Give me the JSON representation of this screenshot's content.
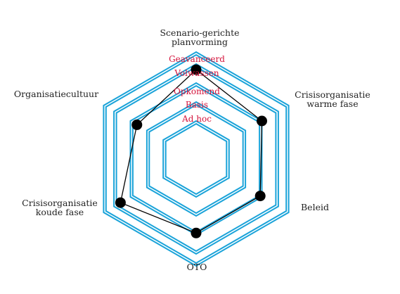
{
  "chart_data": {
    "type": "radar",
    "axes": [
      {
        "label": [
          "Scenario-gerichte",
          "planvorming"
        ]
      },
      {
        "label": [
          "Crisisorganisatie",
          "warme fase"
        ]
      },
      {
        "label": [
          "Beleid"
        ]
      },
      {
        "label": [
          "OTO"
        ]
      },
      {
        "label": [
          "Crisisorganisatie",
          "koude fase"
        ]
      },
      {
        "label": [
          "Organisatiecultuur"
        ]
      }
    ],
    "levels": [
      "Ad hoc",
      "Basis",
      "Opkomend",
      "Volwassen",
      "Geavanceerd"
    ],
    "level_range": [
      1,
      5
    ],
    "series": [
      {
        "values": [
          3.7,
          3.0,
          2.9,
          2.9,
          3.6,
          2.6
        ]
      }
    ],
    "colors": {
      "grid": "#1aa3d9",
      "level_labels": "#d4143c",
      "series": "#000000"
    }
  }
}
